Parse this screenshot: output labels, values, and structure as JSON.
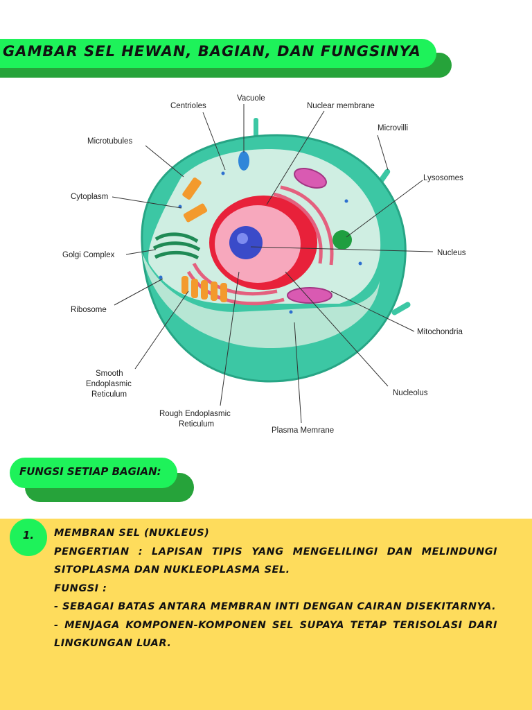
{
  "title": "GAMBAR SEL HEWAN, BAGIAN, DAN FUNGSINYA",
  "diagram": {
    "labels": {
      "centrioles": "Centrioles",
      "vacuole": "Vacuole",
      "nuclear_membrane": "Nuclear membrane",
      "microvilli": "Microvilli",
      "microtubules": "Microtubules",
      "lysosomes": "Lysosomes",
      "cytoplasm": "Cytoplasm",
      "golgi": "Golgi Complex",
      "nucleus": "Nucleus",
      "ribosome": "Ribosome",
      "mitochondria": "Mitochondria",
      "smooth_er_1": "Smooth",
      "smooth_er_2": "Endoplasmic",
      "smooth_er_3": "Reticulum",
      "nucleolus": "Nucleolus",
      "rough_er_1": "Rough Endoplasmic",
      "rough_er_2": "Reticulum",
      "plasma_membrane": "Plasma Memrane"
    },
    "colors": {
      "cell_outer": "#3cc7a4",
      "cell_inner": "#cfeee2",
      "nucleus": "#e8213a",
      "nucleolus": "#3a4bc9",
      "golgi": "#1f8a55",
      "smooth_er": "#f39a2d"
    }
  },
  "subtitle": "FUNGSI SETIAP BAGIAN:",
  "section": {
    "number": "1.",
    "heading": "MEMBRAN SEL (NUKLEUS)",
    "definition": "PENGERTIAN : LAPISAN TIPIS YANG MENGELILINGI DAN MELINDUNGI SITOPLASMA DAN NUKLEOPLASMA SEL.",
    "fungsi_label": "FUNGSI :",
    "fungsi_1": "- SEBAGAI BATAS ANTARA MEMBRAN INTI DENGAN CAIRAN DISEKITARNYA.",
    "fungsi_2": "- MENJAGA KOMPONEN-KOMPONEN SEL SUPAYA TETAP TERISOLASI DARI LINGKUNGAN LUAR."
  }
}
